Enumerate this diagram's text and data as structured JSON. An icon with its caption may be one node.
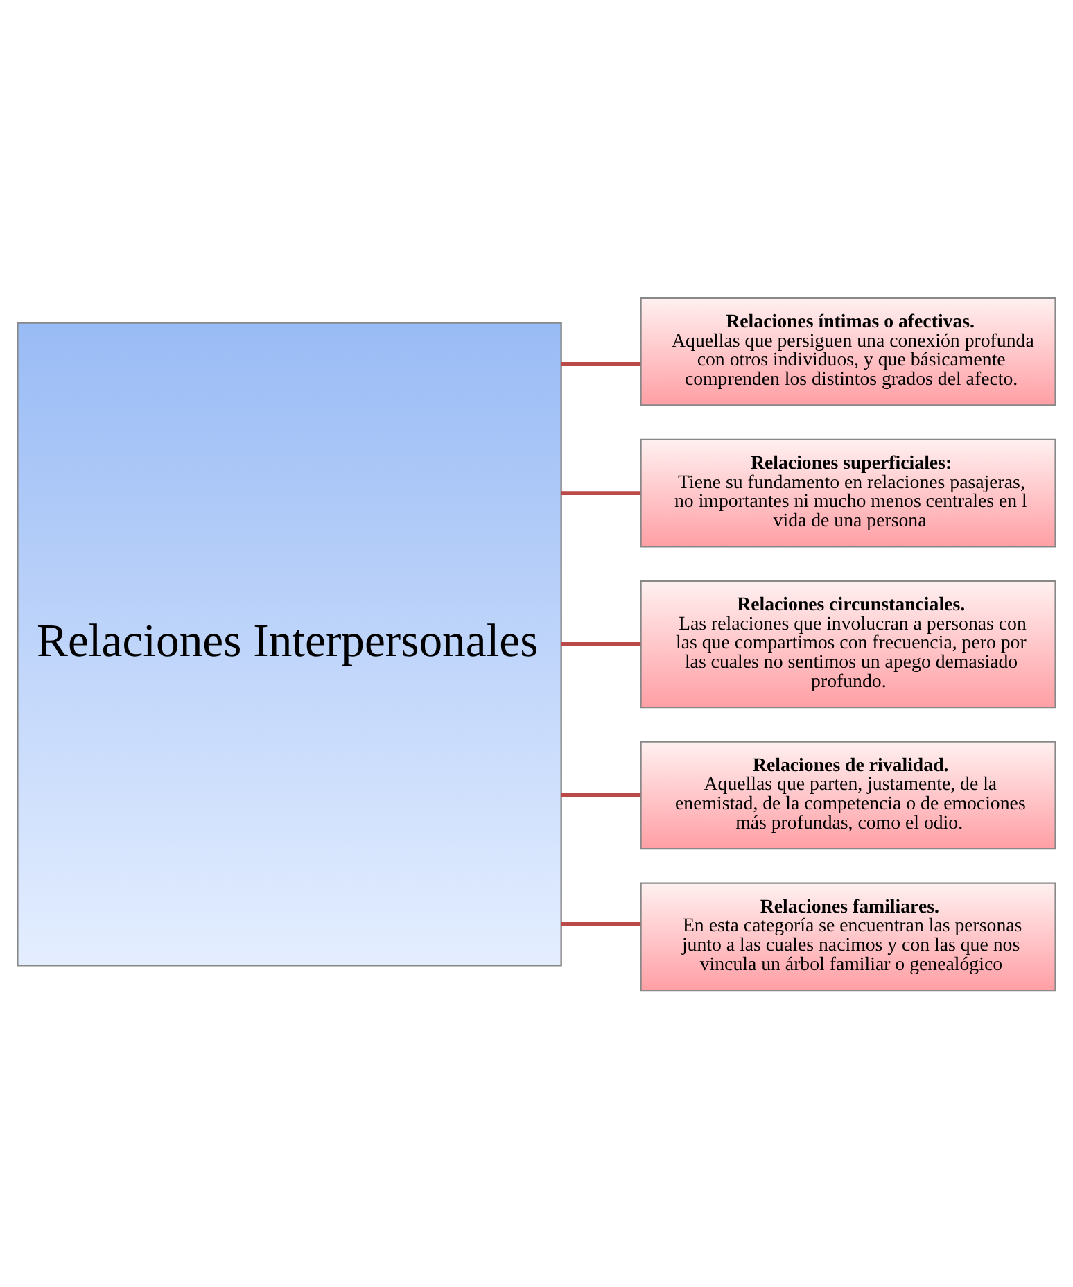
{
  "diagram": {
    "nodes": [
      {
        "text": [
          "Relaciones Interpersonales"
        ]
      },
      {
        "text": [
          "Relaciones íntimas o afectivas.",
          "Aquellas que persiguen una conexión profunda con otros individuos, y que básicamente comprenden los distintos grados del afecto."
        ]
      },
      {
        "text": [
          "Relaciones superficiales:",
          "Tiene su fundamento en relaciones pasajeras, no importantes ni mucho menos centrales en l vida de una persona"
        ]
      },
      {
        "text": [
          "Relaciones circunstanciales.",
          "Las relaciones que involucran a personas con las que compartimos con frecuencia, pero por las cuales no sentimos un apego demasiado profundo."
        ]
      },
      {
        "text": [
          "Relaciones de rivalidad.",
          "Aquellas que parten, justamente, de la enemistad, de la competencia o de emociones más profundas, como el odio."
        ]
      },
      {
        "text": [
          "Relaciones familiares.",
          "En esta categoría se encuentran las personas junto a las cuales nacimos y con las que nos vincula un árbol familiar o genealógico"
        ]
      }
    ],
    "edges": [
      {
        "from": 0,
        "to": 1,
        "arrow": "none"
      },
      {
        "from": 0,
        "to": 2,
        "arrow": "none"
      },
      {
        "from": 0,
        "to": 3,
        "arrow": "none"
      },
      {
        "from": 0,
        "to": 4,
        "arrow": "none"
      },
      {
        "from": 0,
        "to": 5,
        "arrow": "none"
      }
    ]
  }
}
